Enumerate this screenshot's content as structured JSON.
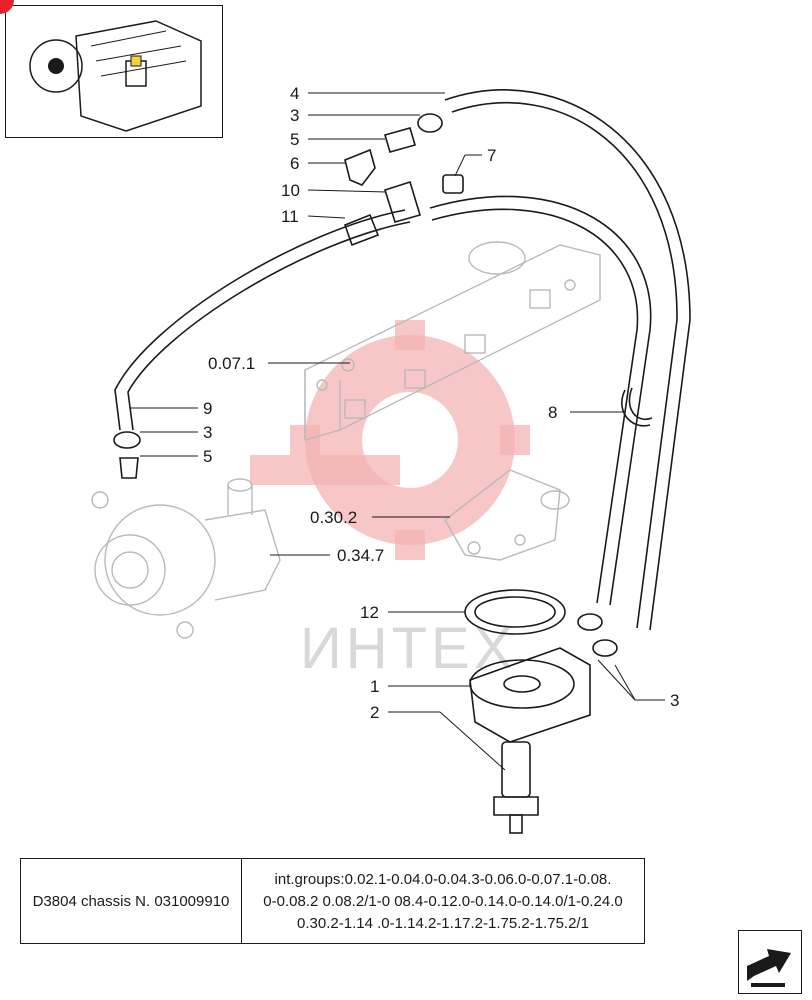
{
  "callouts": {
    "c4": "4",
    "c3a": "3",
    "c5a": "5",
    "c6": "6",
    "c7": "7",
    "c10": "10",
    "c11": "11",
    "c071": "0.07.1",
    "c9": "9",
    "c3b": "3",
    "c5b": "5",
    "c8": "8",
    "c302": "0.30.2",
    "c347": "0.34.7",
    "c12": "12",
    "c1": "1",
    "c2": "2",
    "c3c": "3"
  },
  "watermark": {
    "text": "ИНТЕХ",
    "color": "#f4b3b3"
  },
  "info": {
    "chassis": "D3804 chassis N. 031009910",
    "groups_line1": "int.groups:0.02.1-0.04.0-0.04.3-0.06.0-0.07.1-0.08.",
    "groups_line2": "0-0.08.2  0.08.2/1-0  08.4-0.12.0-0.14.0-0.14.0/1-0.24.0",
    "groups_line3": "0.30.2-1.14  .0-1.14.2-1.17.2-1.75.2-1.75.2/1"
  },
  "icons": {
    "thumbnail": "engine-thumbnail-icon",
    "next": "next-page-arrow-icon"
  },
  "colors": {
    "badge": "#e8212a",
    "line": "#1a1a1a",
    "ghost": "#b9b9b9"
  }
}
